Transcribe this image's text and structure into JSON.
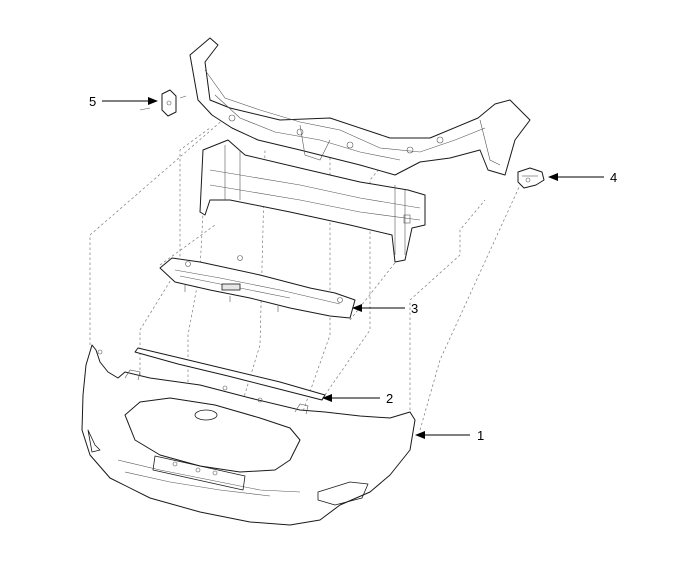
{
  "callouts": [
    {
      "id": "1",
      "text": "1"
    },
    {
      "id": "2",
      "text": "2"
    },
    {
      "id": "3",
      "text": "3"
    },
    {
      "id": "4",
      "text": "4"
    },
    {
      "id": "5",
      "text": "5"
    }
  ],
  "colors": {
    "line": "#1a1a1a",
    "dashed": "#7a7a7a",
    "background": "#ffffff"
  }
}
